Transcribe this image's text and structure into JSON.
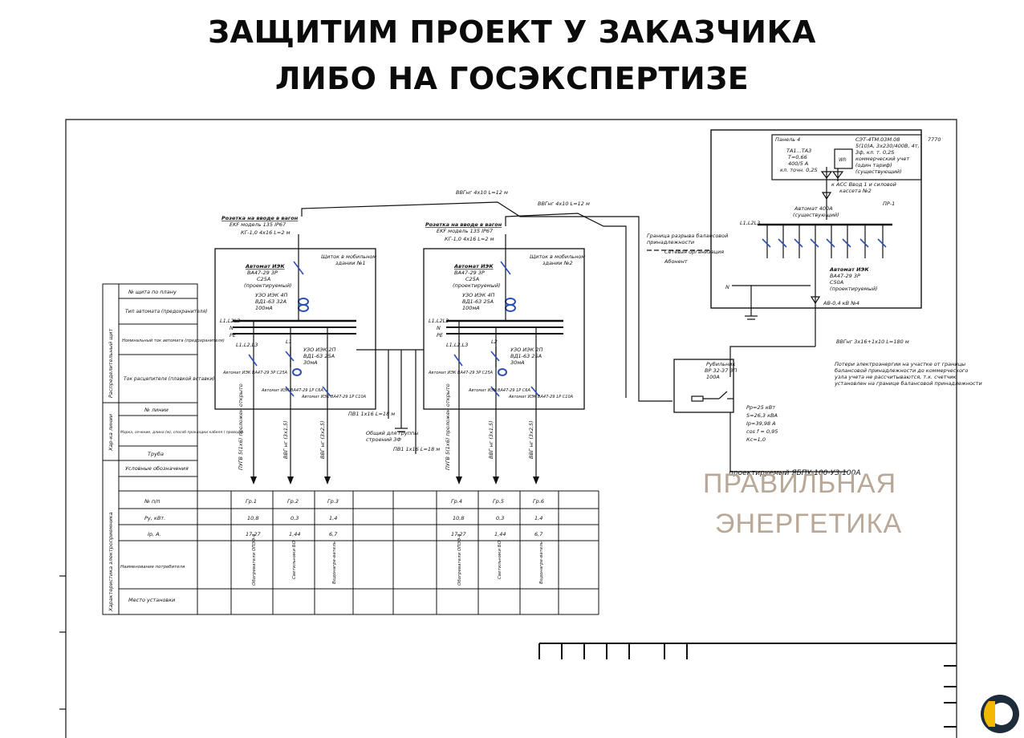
{
  "header": {
    "line1": "ЗАЩИТИМ ПРОЕКТ У ЗАКАЗЧИКА",
    "line2": "ЛИБО НА ГОСЭКСПЕРТИЗЕ"
  },
  "watermark": {
    "line1": "ПРАВИЛЬНАЯ",
    "line2": "ЭНЕРГЕТИКА"
  },
  "colors": {
    "watermark": "#b9a897",
    "logo_dark": "#1d2b3a",
    "logo_accent": "#f5b800"
  },
  "panel4": {
    "title": "Панель 4",
    "tt": "ТА1...ТА3",
    "tt2": "Т=0,66",
    "tt3": "400/5 А",
    "tt4": "кл. точн. 0,2S",
    "meter1": "СЭТ-4ТМ.03М.08",
    "meter2": "5(10)А, 3х230/400В, 4т,",
    "meter3": "3ф, кл. т. 0,2S",
    "meter4": "коммерческий учет",
    "meter5": "(один тариф)",
    "meter6": "(существующий)",
    "wh": "Wh",
    "asc1": "к АСС Ввод 1 и силовой",
    "asc2": "кассета №2",
    "sheet": "7770"
  },
  "pr1": {
    "label": "ПР-1",
    "avt1": "Автомат 400А",
    "avt2": "(существующий)",
    "phase": "L1,L2L3",
    "n": "N",
    "boundary1": "Граница разрыва балансовой",
    "boundary2": "принадлежности",
    "org1": "Сетевая организация",
    "org2": "Абонент",
    "avt3": "Автомат ИЭК",
    "avt4": "ВА47-29 3Р",
    "avt5": "С50А",
    "avt6": "(проектируемый)",
    "cable": "АВ-0,4 кВ №4"
  },
  "cables": {
    "c1": "ВВГнг 4х10 L=12 м",
    "c2": "ВВГнг 4х10 L=12 м",
    "c3": "ВВГнг 3х16+1х10 L=180 м",
    "c4": "ПВ1 1х16 L=18 м",
    "c5": "ПВ1 1х16 L=18 м",
    "ground1": "Общий для группы",
    "ground2": "строений 3Ф"
  },
  "loss": {
    "l1": "Потери электроэнергии на участке от границы",
    "l2": "балансовой принадлежности до коммерческого",
    "l3": "узла учета не рассчитываются, т.к. счетчик",
    "l4": "установлен на границе балансовой принадлежности"
  },
  "box": {
    "r1": "Рубильник",
    "r2": "ВР 32-37 3П",
    "r3": "100А",
    "params": [
      "Рр=25 кВт",
      "S=26,3 кВА",
      "Iр=39,98 А",
      "cos f = 0,95",
      "Кс=1,0"
    ],
    "yabpu": "проектируемый ЯБПУ-100-УЗ-100А"
  },
  "cabinets": [
    {
      "socket1": "Розетка на вводе в вагон",
      "socket2": "EKF модель 135 IP67",
      "cable": "КГ-1,0 4х16 L=2 м",
      "title1": "Щиток в мобильном",
      "title2": "здании №1",
      "avt1": "Автомат ИЭК",
      "avt2": "ВА47-29 3Р",
      "avt3": "С25А",
      "avt4": "(проектируемый)",
      "uzo1": "УЗО ИЭК 4П",
      "uzo2": "ВД1-63 32А",
      "uzo3": "100мА",
      "bus": "L1,L2L3",
      "n": "N",
      "pe": "PE",
      "uzo4": "УЗО ИЭК 2П",
      "uzo5": "ВД1-63 25А",
      "uzo6": "30мА",
      "phase3": "L1,L2,L3",
      "phase1": "L1",
      "br1": "Автомат ИЭК ВА47-29 3Р С25А",
      "br2": "Автомат ИЭК ВА47-29 1Р С6А",
      "br3": "Автомат ИЭК ВА47-29 1Р С10А",
      "cable_out": [
        "ПУГВ 5(1х6) проложен открыто",
        "ВВГ нг (3х1,5)",
        "ВВГ нг (3х2,5)"
      ]
    },
    {
      "socket1": "Розетка на вводе в вагон",
      "socket2": "EKF модель 135 IP67",
      "cable": "КГ-1,0 4х16 L=2 м",
      "title1": "Щиток в мобильном",
      "title2": "здании №2",
      "avt1": "Автомат ИЭК",
      "avt2": "ВА47-29 3Р",
      "avt3": "С25А",
      "avt4": "(проектируемый)",
      "uzo1": "УЗО ИЭК 4П",
      "uzo2": "ВД1-63 25А",
      "uzo3": "100мА",
      "bus": "L1,L2L3",
      "n": "N",
      "pe": "PE",
      "uzo4": "УЗО ИЭК 2П",
      "uzo5": "ВД1-63 25А",
      "uzo6": "30мА",
      "phase3": "L1,L2,L3",
      "phase1": "L2",
      "br1": "Автомат ИЭК ВА47-29 3Р С25А",
      "br2": "Автомат ИЭК ВА47-29 1Р С6А",
      "br3": "Автомат ИЭК ВА47-29 1Р С10А",
      "cable_out": [
        "ПУГВ 5(1х6) проложен открыто",
        "ВВГ нг (3х1,5)",
        "ВВГ нг (3х2,5)"
      ]
    }
  ],
  "table": {
    "side_labels": [
      "Распределительный щит",
      "Хар-ка линии",
      "Характеристика электроприемника"
    ],
    "rows": [
      "№ щита по плану",
      "Тип автомата (предохранителя)",
      "Номинальный ток автомата (предохранителя)",
      "Ток расцепителя (плавкой вставки)",
      "№ линии",
      "Марка, сечение, длина (м), способ прокладки кабеля ( провода)",
      "Труба",
      "Условные обозначения",
      "№ п/п",
      "Ру, кВт.",
      "Iр, А.",
      "Наименование потребителя",
      "Место установки"
    ],
    "groups": [
      "Гр.1",
      "Гр.2",
      "Гр.3",
      "Гр.4",
      "Гр.5",
      "Гр.6"
    ],
    "py": [
      "10,8",
      "0,3",
      "1,4",
      "10,8",
      "0,3",
      "1,4"
    ],
    "ip": [
      "17,27",
      "1,44",
      "6,7",
      "17,27",
      "1,44",
      "6,7"
    ],
    "names": [
      "Обогреватели ОПЭЭ-4",
      "Светильники БО",
      "Водонагре-ватель",
      "Обогреватели ОПЭЭ-4",
      "Светильники БО",
      "Водонагре-ватель"
    ]
  }
}
